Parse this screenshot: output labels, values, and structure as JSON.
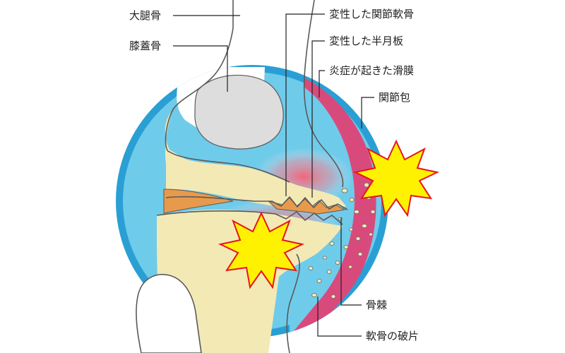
{
  "labels": {
    "femur": "大腿骨",
    "patella": "膝蓋骨",
    "degenerated_cartilage": "変性した関節軟骨",
    "degenerated_meniscus": "変性した半月板",
    "inflamed_synovium": "炎症が起きた滑膜",
    "joint_capsule": "関節包",
    "osteophyte": "骨棘",
    "cartilage_fragments": "軟骨の破片"
  },
  "colors": {
    "capsule_blue": "#2a9fd4",
    "synovial_fluid": "#6fcbea",
    "bone": "#f3e9b5",
    "meniscus": "#e89a4c",
    "synovium": "#d94a7c",
    "patella": "#dddddd",
    "pain_burst": "#fff200",
    "pain_edge": "#e8141d",
    "inflammation_glow": "#ff6b7a",
    "outline": "#5a5a5a"
  },
  "icons": [
    "pain-burst-icon",
    "pain-burst-icon"
  ]
}
